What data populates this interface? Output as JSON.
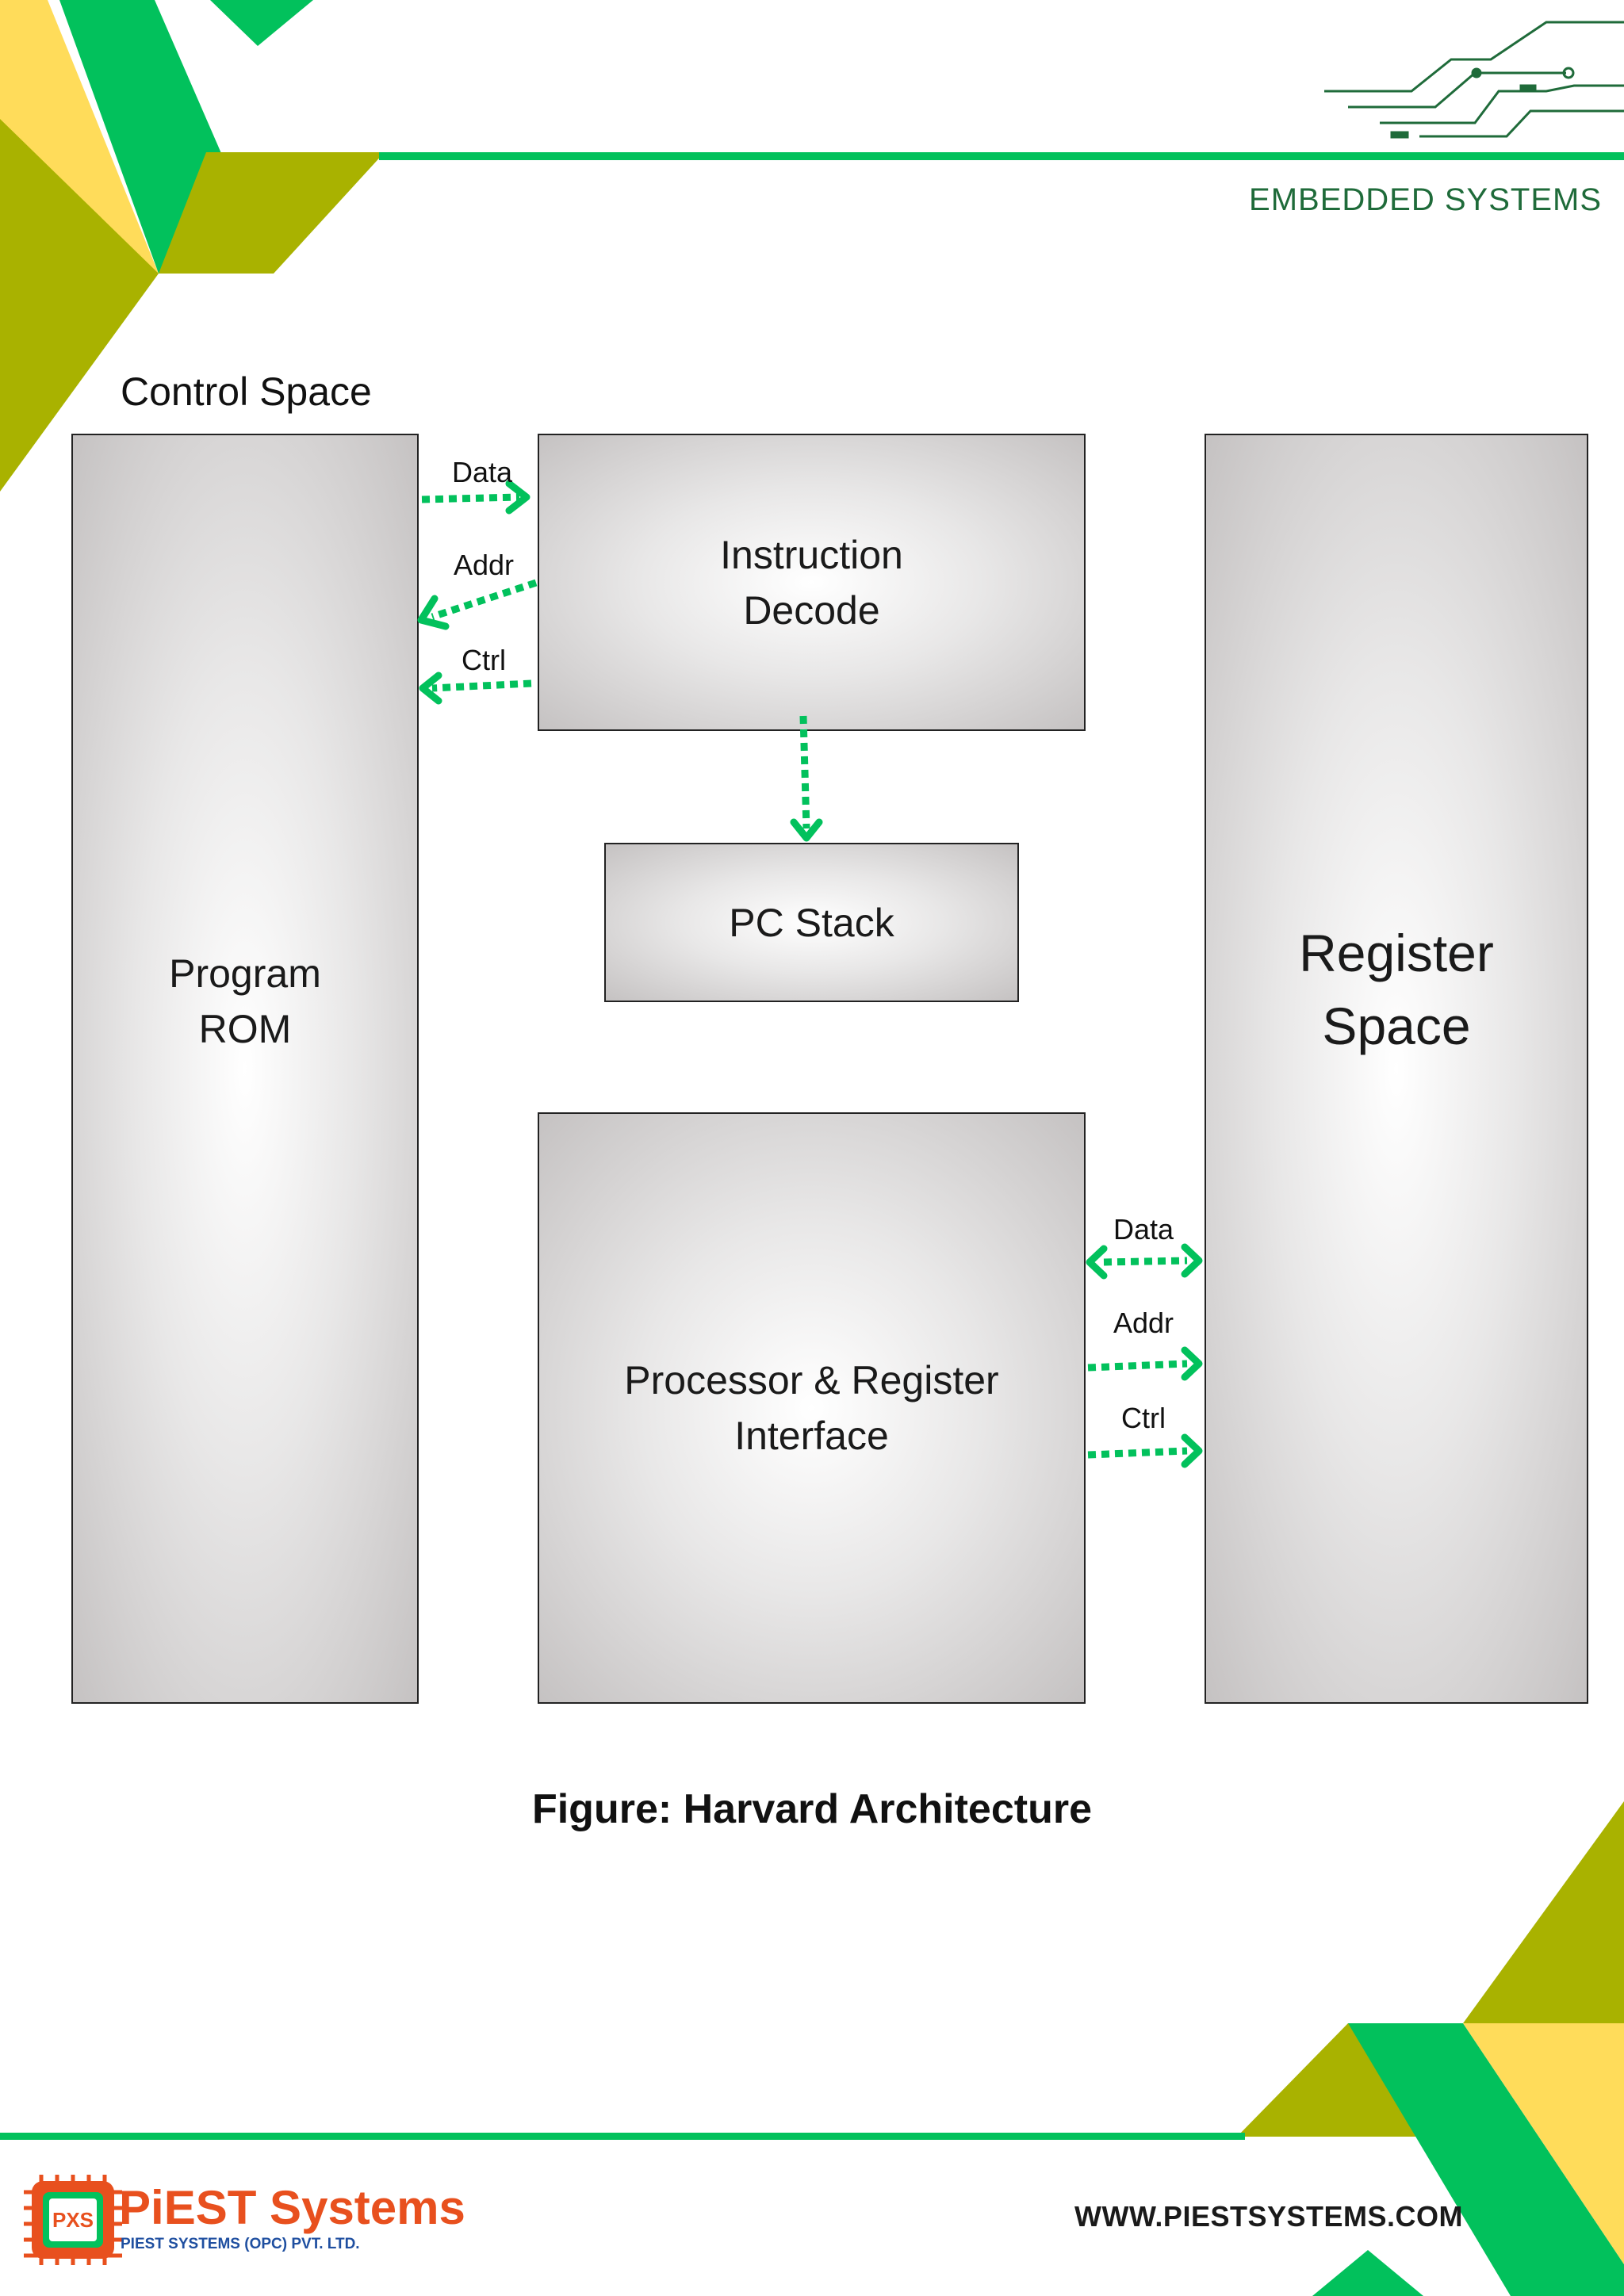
{
  "header": {
    "title": "EMBEDDED SYSTEMS"
  },
  "diagram": {
    "section_label": "Control Space",
    "blocks": {
      "program_rom": "Program\nROM",
      "instruction_decode": "Instruction\nDecode",
      "pc_stack": "PC Stack",
      "processor_interface": "Processor & Register\nInterface",
      "register_space": "Register\nSpace"
    },
    "left_bus_labels": {
      "data": "Data",
      "addr": "Addr",
      "ctrl": "Ctrl"
    },
    "right_bus_labels": {
      "data": "Data",
      "addr": "Addr",
      "ctrl": "Ctrl"
    },
    "caption": "Figure: Harvard Architecture"
  },
  "footer": {
    "brand": "PiEST Systems",
    "brand_sub": "PIEST SYSTEMS (OPC) PVT. LTD.",
    "logo_text": "PXS",
    "url": "WWW.PIESTSYSTEMS.COM"
  },
  "colors": {
    "accent_green": "#02c15c",
    "olive": "#a9b200",
    "yellow": "#ffdc5a",
    "dark_green_text": "#1f6b3a",
    "brand_orange": "#e8501e",
    "brand_blue": "#1f4fa0"
  }
}
